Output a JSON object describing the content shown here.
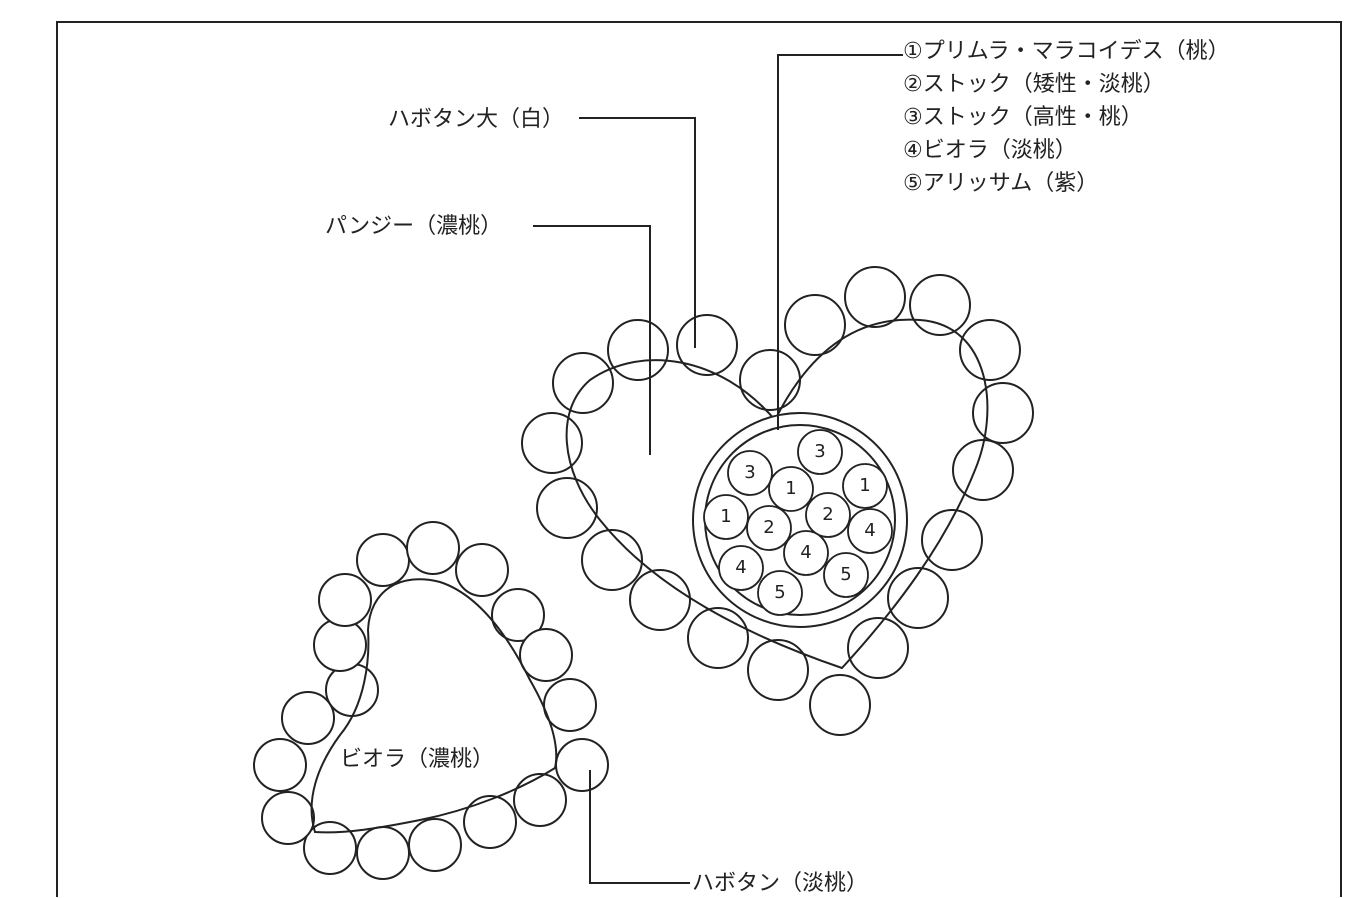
{
  "labels": {
    "habotan_large_white": "ハボタン大（白）",
    "pansy_dark_pink": "パンジー（濃桃）",
    "viola_dark_pink": "ビオラ（濃桃）",
    "habotan_light_pink": "ハボタン（淡桃）"
  },
  "legend": [
    "①プリムラ・マラコイデス（桃）",
    "②ストック（矮性・淡桃）",
    "③ストック（高性・桃）",
    "④ビオラ（淡桃）",
    "⑤アリッサム（紫）"
  ],
  "center_numbers": [
    "3",
    "3",
    "1",
    "1",
    "1",
    "2",
    "2",
    "4",
    "4",
    "4",
    "5",
    "5"
  ]
}
